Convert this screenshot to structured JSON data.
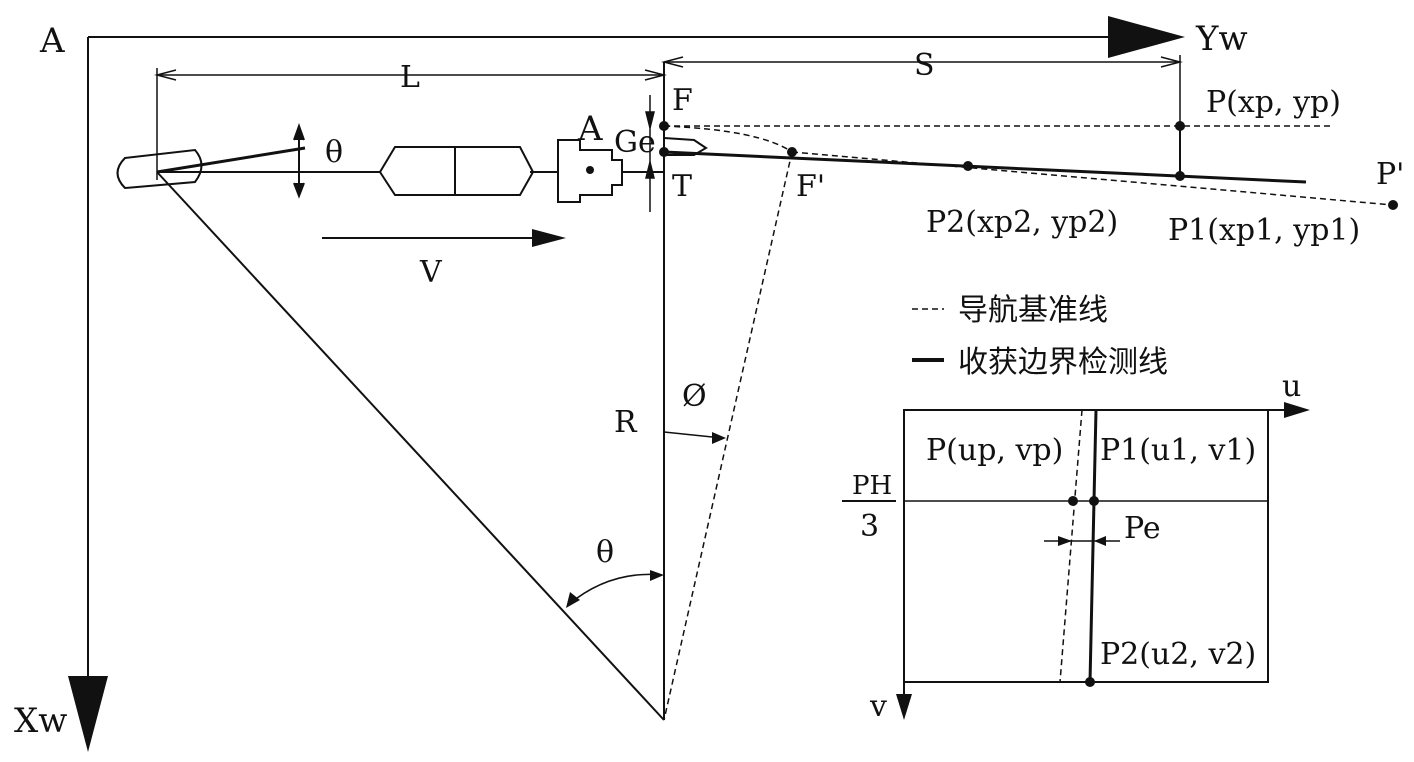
{
  "labels": {
    "point_a_corner": "A",
    "axis_yw": "Yw",
    "axis_xw": "Xw",
    "dim_l": "L",
    "dim_s": "S",
    "point_f": "F",
    "point_t": "T",
    "point_f_prime": "F'",
    "point_a_machine": "A",
    "ge": "Ge",
    "theta_top": "θ",
    "theta_bottom": "θ",
    "velocity": "V",
    "radius": "R",
    "phi": "Ø",
    "point_p": "P(xp, yp)",
    "point_p_prime": "P'",
    "point_p1": "P1(xp1, yp1)",
    "point_p2": "P2(xp2, yp2)"
  },
  "legend": {
    "dashed": "导航基准线",
    "solid": "收获边界检测线"
  },
  "image_frame": {
    "axis_u": "u",
    "axis_v": "v",
    "ph_numerator": "PH",
    "ph_denominator": "3",
    "point_p": "P(up, vp)",
    "point_p1": "P1(u1, v1)",
    "point_p2": "P2(u2, v2)",
    "pe": "Pe"
  }
}
